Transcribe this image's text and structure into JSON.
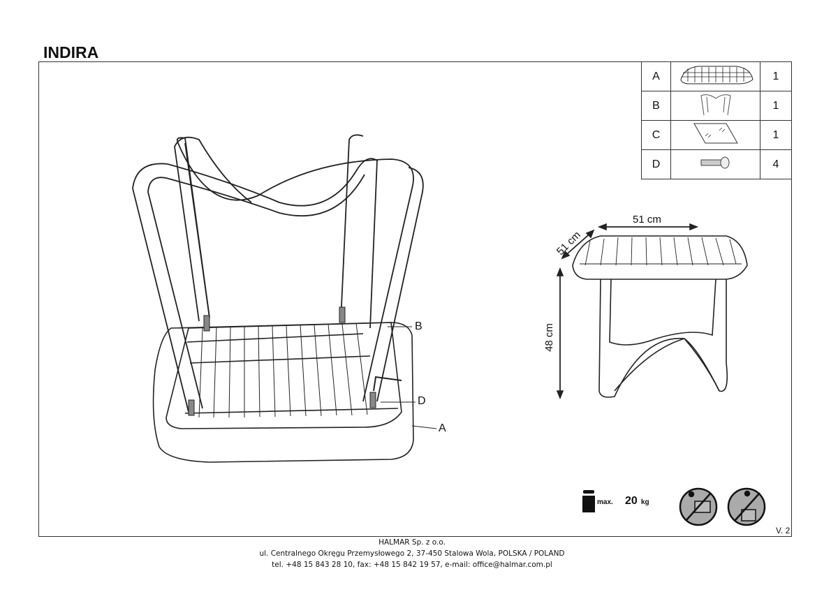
{
  "title": "INDIRA",
  "parts": [
    {
      "letter": "A",
      "icon": "seat-icon",
      "qty": "1"
    },
    {
      "letter": "B",
      "icon": "frame-legs-icon",
      "qty": "1"
    },
    {
      "letter": "C",
      "icon": "hex-key-icon",
      "qty": "1"
    },
    {
      "letter": "D",
      "icon": "screw-icon",
      "qty": "4"
    }
  ],
  "callouts": {
    "b": "B",
    "d": "D",
    "a": "A"
  },
  "dimensions": {
    "width": "51 cm",
    "depth": "51 cm",
    "height": "48 cm"
  },
  "load": {
    "prefix": "max.",
    "value": "20",
    "unit": "kg"
  },
  "warnings": [
    "no-climbing-icon",
    "no-standing-icon"
  ],
  "version": "V. 2",
  "footer": {
    "company": "HALMAR Sp. z o.o.",
    "address": "ul. Centralnego Okręgu Przemysłowego 2, 37-450 Stalowa Wola, POLSKA / POLAND",
    "contact": "tel. +48 15 843 28 10, fax: +48 15 842 19 57, e-mail: office@halmar.com.pl"
  }
}
